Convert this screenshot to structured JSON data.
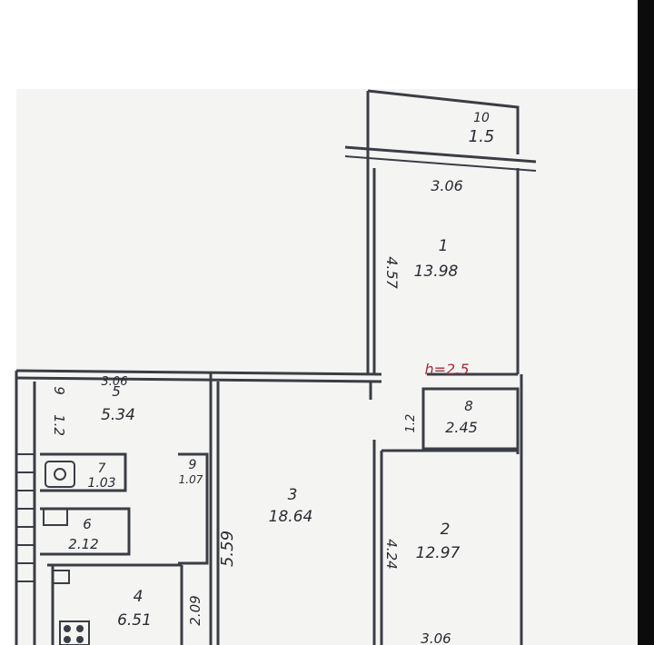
{
  "colors": {
    "background": "#ffffff",
    "paper": "#f4f5f3",
    "wall": "#3a3d44",
    "ink": "#2a2a33",
    "accent_red": "#b0283a",
    "edge": "#0c0c0c"
  },
  "rooms": [
    {
      "id": "1",
      "number": "1",
      "area": "13.98"
    },
    {
      "id": "2",
      "number": "2",
      "area": "12.97"
    },
    {
      "id": "3",
      "number": "3",
      "area": "18.64"
    },
    {
      "id": "4",
      "number": "4",
      "area": "6.51"
    },
    {
      "id": "5",
      "number": "5",
      "area": "5.34"
    },
    {
      "id": "6",
      "number": "6",
      "area": "2.12"
    },
    {
      "id": "7",
      "number": "7",
      "area": "1.03"
    },
    {
      "id": "8",
      "number": "8",
      "area": "2.45"
    },
    {
      "id": "9",
      "number": "9",
      "area": "1.07"
    },
    {
      "id": "10",
      "number": "10",
      "area": "1.5"
    }
  ],
  "dimensions": {
    "room1_width": "3.06",
    "room1_depth": "4.57",
    "room5_width": "3.06",
    "room5_depth": "1.2",
    "small_9": "9",
    "room3_depth": "5.59",
    "room2_depth": "4.24",
    "room2_width": "3.06",
    "room8_depth": "1.2",
    "room4_depth": "2.09",
    "bottom_partial": "3.06"
  },
  "ceiling_height": "h=2.5"
}
